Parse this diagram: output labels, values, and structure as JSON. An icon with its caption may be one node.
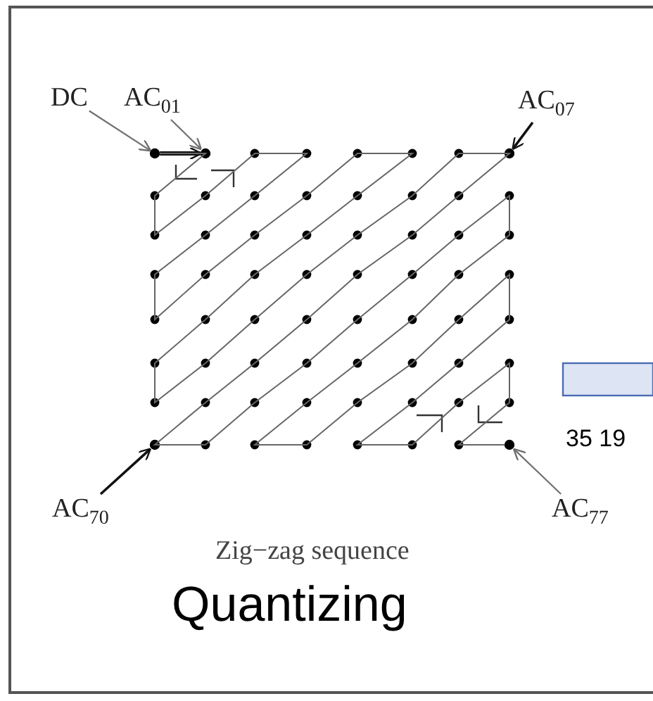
{
  "diagram": {
    "nodes": [
      {
        "text": [
          "DC"
        ]
      },
      {
        "text": [
          "AC$_{01}$"
        ]
      },
      {
        "text": [
          "AC$_{07}$"
        ]
      },
      {
        "text": [
          "AC$_{70}$"
        ]
      },
      {
        "text": [
          "AC$_{77}$"
        ]
      },
      {
        "text": [],
        "shape": "circle"
      },
      {
        "text": [],
        "shape": "circle"
      },
      {
        "text": [],
        "shape": "circle"
      },
      {
        "text": [],
        "shape": "circle"
      },
      {
        "text": [],
        "shape": "circle"
      }
    ],
    "edges": [
      {
        "from": 0,
        "to": 5,
        "arrow": "to"
      },
      {
        "from": 1,
        "to": 6,
        "arrow": "to"
      },
      {
        "from": 2,
        "to": 7,
        "arrow": "to",
        "color": "#111111"
      },
      {
        "from": 3,
        "to": 8,
        "arrow": "to",
        "color": "#111111"
      },
      {
        "from": 4,
        "to": 9,
        "arrow": "to"
      },
      {
        "from": 5,
        "to": 6,
        "arrow": "to",
        "style": "thick",
        "color": "#111111"
      },
      {
        "from": 5,
        "to": 9,
        "arrow": "none"
      }
    ],
    "labels": [
      "Zig−zag sequence",
      "Quantizing",
      "35 19"
    ]
  }
}
